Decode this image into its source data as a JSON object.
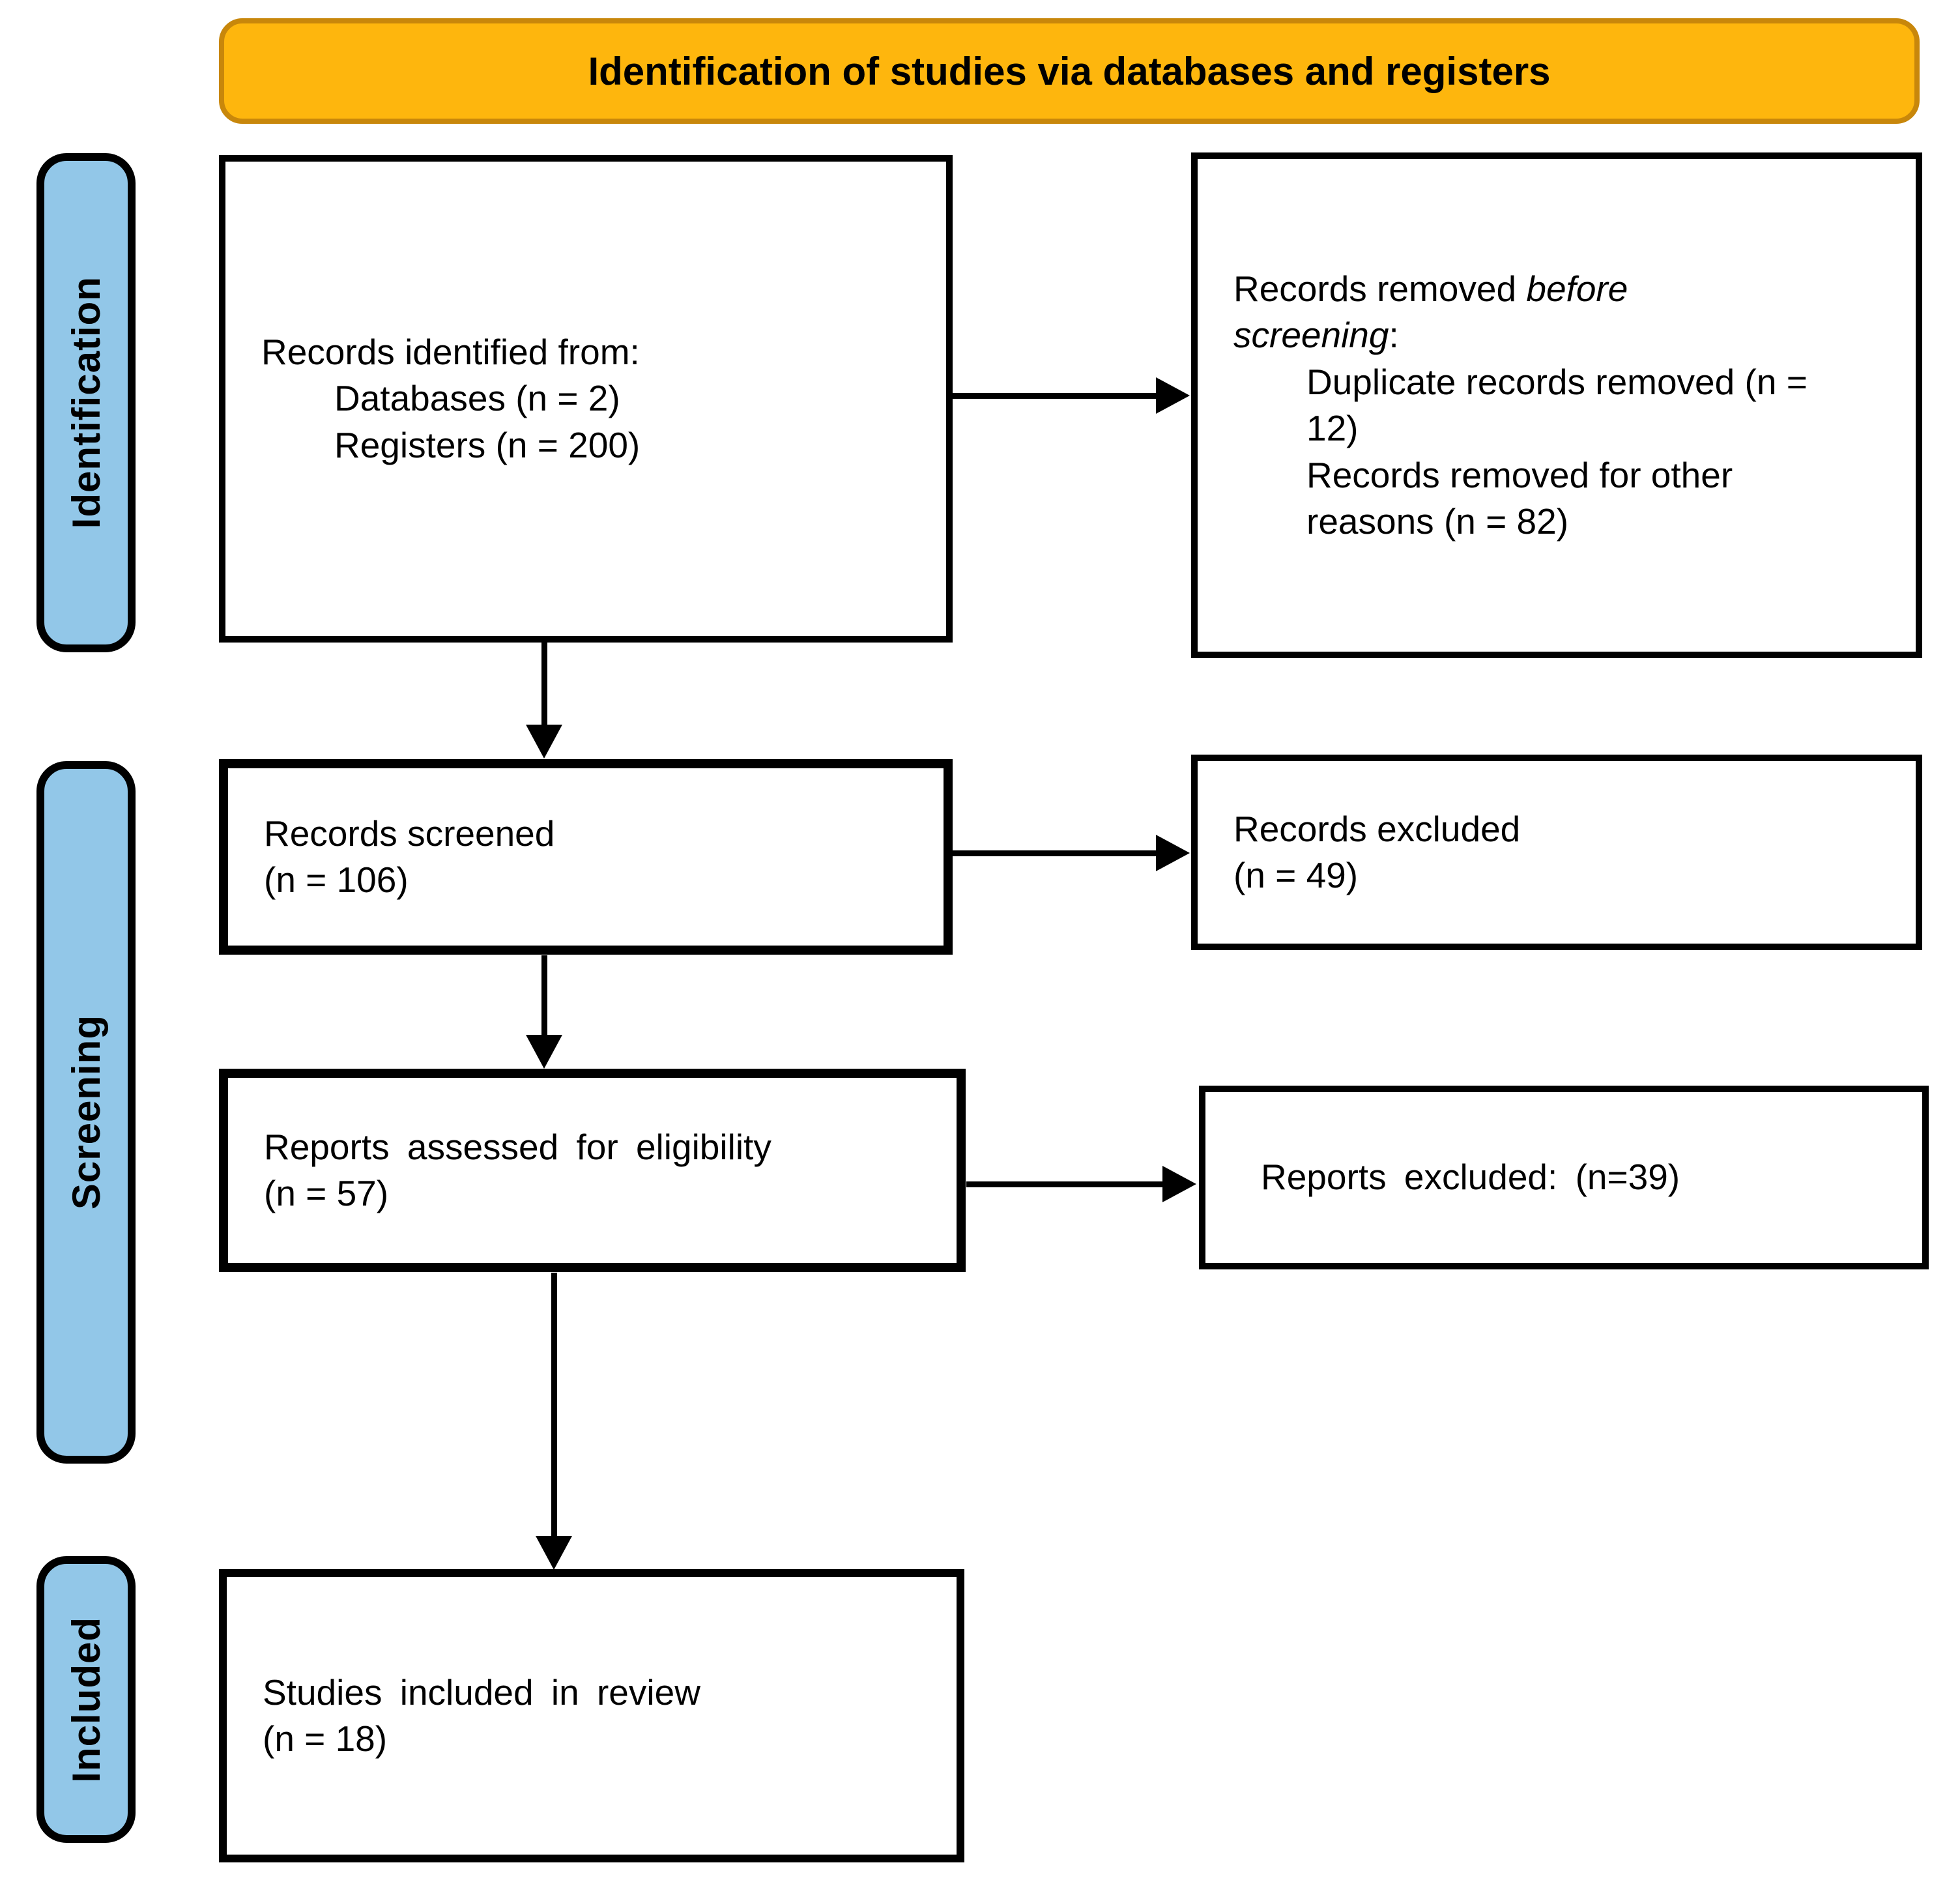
{
  "header": {
    "title": "Identification of studies via databases and registers"
  },
  "sidebar": {
    "labels": [
      {
        "id": "identification",
        "text": "Identification"
      },
      {
        "id": "screening",
        "text": "Screening"
      },
      {
        "id": "included",
        "text": "Included"
      }
    ]
  },
  "boxes": {
    "records_identified": {
      "line1": "Records identified from:",
      "items": [
        "Databases (n = 2)",
        "Registers (n = 200)"
      ]
    },
    "records_removed": {
      "line1_pre": "Records removed ",
      "line1_italic": "before screening",
      "line1_post": ":",
      "items": [
        "Duplicate records removed (n = 12)",
        "Records removed for other reasons (n = 82)"
      ]
    },
    "records_screened": {
      "line1": "Records screened",
      "line2": "(n = 106)"
    },
    "records_excluded": {
      "line1": "Records excluded",
      "line2": "(n = 49)"
    },
    "reports_assessed": {
      "line1": "Reports assessed for eligibility",
      "line2": "(n = 57)"
    },
    "reports_excluded": {
      "line1": "Reports excluded: (n=39)"
    },
    "studies_included": {
      "line1": "Studies included in review",
      "line2": "(n = 18)"
    }
  },
  "colors": {
    "header_bg": "#FEB60D",
    "header_border": "#C8870B",
    "stage_bg": "#92C7E8",
    "box_bg": "#FFFFFF",
    "box_border": "#000000",
    "arrow": "#000000"
  }
}
